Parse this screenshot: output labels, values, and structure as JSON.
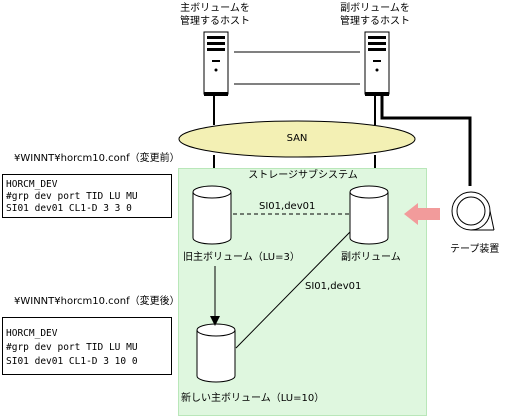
{
  "hosts": {
    "primary_label_line1": "主ボリュームを",
    "primary_label_line2": "管理するホスト",
    "secondary_label_line1": "副ボリュームを",
    "secondary_label_line2": "管理するホスト"
  },
  "san_label": "SAN",
  "subsystem_label": "ストレージサブシステム",
  "tape_label": "テープ装置",
  "volumes": {
    "old_primary": "旧主ボリューム（LU=3）",
    "secondary": "副ボリューム",
    "new_primary": "新しい主ボリューム（LU=10）"
  },
  "pairs": {
    "pair_old": "SI01,dev01",
    "pair_new": "SI01,dev01"
  },
  "config_before": {
    "title": "¥WINNT¥horcm10.conf（変更前）",
    "lines": [
      "HORCM_DEV",
      "#grp  dev   port   TID LU  MU",
      "SI01 dev01 CL1-D  3   3   0"
    ]
  },
  "config_after": {
    "title": "¥WINNT¥horcm10.conf（変更後）",
    "lines": [
      "HORCM_DEV",
      "#grp  dev   port   TID LU  MU",
      "SI01 dev01 CL1-D  3   10  0"
    ]
  },
  "colors": {
    "subsystem_fill": "#dff7df",
    "san_fill": "#f3f0b4",
    "arrow_pink": "#f29b9b"
  }
}
